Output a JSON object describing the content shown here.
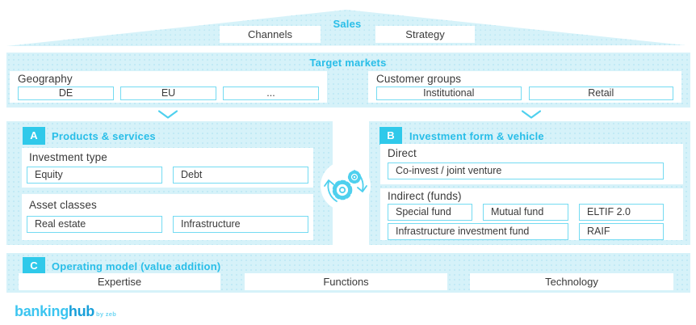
{
  "colors": {
    "accent": "#29bee8",
    "badge_bg": "#2fc9ea",
    "panel_bg": "#d6f2f9",
    "box_border": "#74dbf2",
    "dark_text": "#3a3a3a",
    "icon_stroke": "#4fd0ee",
    "logo_primary": "#3cc5f0",
    "logo_secondary": "#189fd9"
  },
  "roof": {
    "title": "Sales",
    "left_box": "Channels",
    "right_box": "Strategy"
  },
  "target_markets": {
    "title": "Target markets",
    "geography": {
      "label": "Geography",
      "items": [
        "DE",
        "EU",
        "..."
      ]
    },
    "customer_groups": {
      "label": "Customer groups",
      "items": [
        "Institutional",
        "Retail"
      ]
    }
  },
  "section_a": {
    "badge": "A",
    "title": "Products & services",
    "investment_type": {
      "label": "Investment type",
      "items": [
        "Equity",
        "Debt"
      ]
    },
    "asset_classes": {
      "label": "Asset classes",
      "items": [
        "Real estate",
        "Infrastructure"
      ]
    }
  },
  "section_b": {
    "badge": "B",
    "title": "Investment form & vehicle",
    "direct": {
      "label": "Direct",
      "items": [
        "Co-invest / joint venture"
      ]
    },
    "indirect": {
      "label": "Indirect (funds)",
      "row1": [
        "Special fund",
        "Mutual fund",
        "ELTIF 2.0"
      ],
      "row2": [
        "Infrastructure investment fund",
        "RAIF"
      ]
    }
  },
  "section_c": {
    "badge": "C",
    "title": "Operating model (value addition)",
    "items": [
      "Expertise",
      "Functions",
      "Technology"
    ]
  },
  "logo": {
    "primary": "banking",
    "secondary": "hub",
    "byline": "by zeb"
  }
}
